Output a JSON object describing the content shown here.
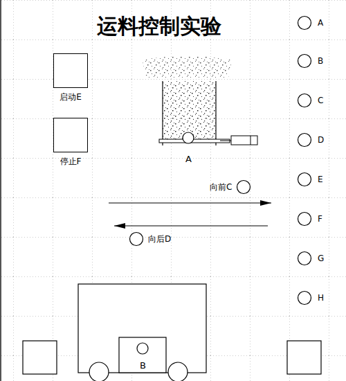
{
  "diagram": {
    "title": "运料控制实验",
    "nodes": [
      {
        "text": [
          "A"
        ]
      },
      {
        "text": [
          "B"
        ]
      },
      {
        "text": [
          "C"
        ]
      },
      {
        "text": [
          "D"
        ]
      },
      {
        "text": [
          "E"
        ]
      },
      {
        "text": [
          "F"
        ]
      },
      {
        "text": [
          "G"
        ]
      },
      {
        "text": [
          "H"
        ]
      },
      {
        "text": [
          "启动E"
        ]
      },
      {
        "text": [
          "停止F"
        ]
      },
      {
        "text": [
          "向前C"
        ]
      },
      {
        "text": [
          "向后D"
        ]
      }
    ],
    "labels": [
      "A",
      "B"
    ]
  }
}
